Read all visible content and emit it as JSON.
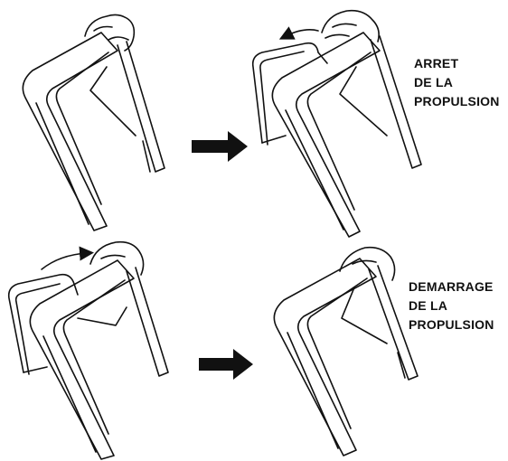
{
  "labels": {
    "stop": [
      "ARRET",
      "DE LA",
      "PROPULSION"
    ],
    "start": [
      "DEMARRAGE",
      "DE LA",
      "PROPULSION"
    ]
  },
  "colors": {
    "ink": "#111111",
    "background": "#ffffff"
  },
  "icons": [
    "hand-icon",
    "handlebar-icon",
    "propulsion-bar-icon",
    "curved-arrow-icon",
    "right-arrow-icon"
  ]
}
